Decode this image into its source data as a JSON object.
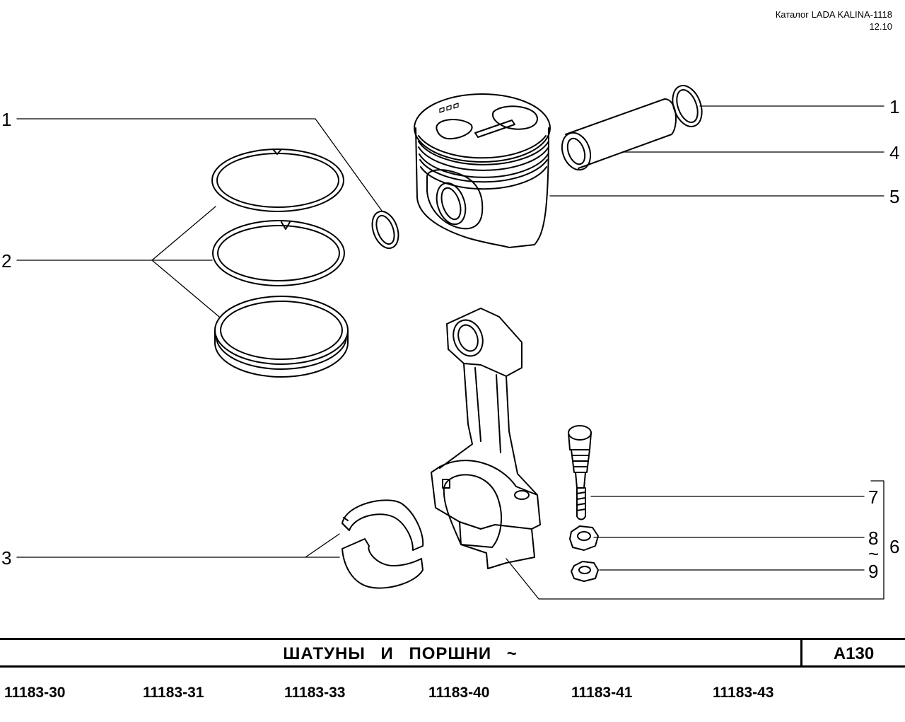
{
  "header": {
    "catalog_title": "Каталог LADA KALINA-1118",
    "date": "12.10"
  },
  "callouts": {
    "c1_left": "1",
    "c2": "2",
    "c3": "3",
    "c1_right": "1",
    "c4": "4",
    "c5": "5",
    "c7": "7",
    "c8": "8",
    "c_tilde": "~",
    "c9": "9",
    "c6": "6"
  },
  "footer": {
    "title": "ШАТУНЫ  И  ПОРШНИ  ~",
    "page_code": "A130",
    "models": [
      "11183-30",
      "11183-31",
      "11183-33",
      "11183-40",
      "11183-41",
      "11183-43"
    ]
  }
}
